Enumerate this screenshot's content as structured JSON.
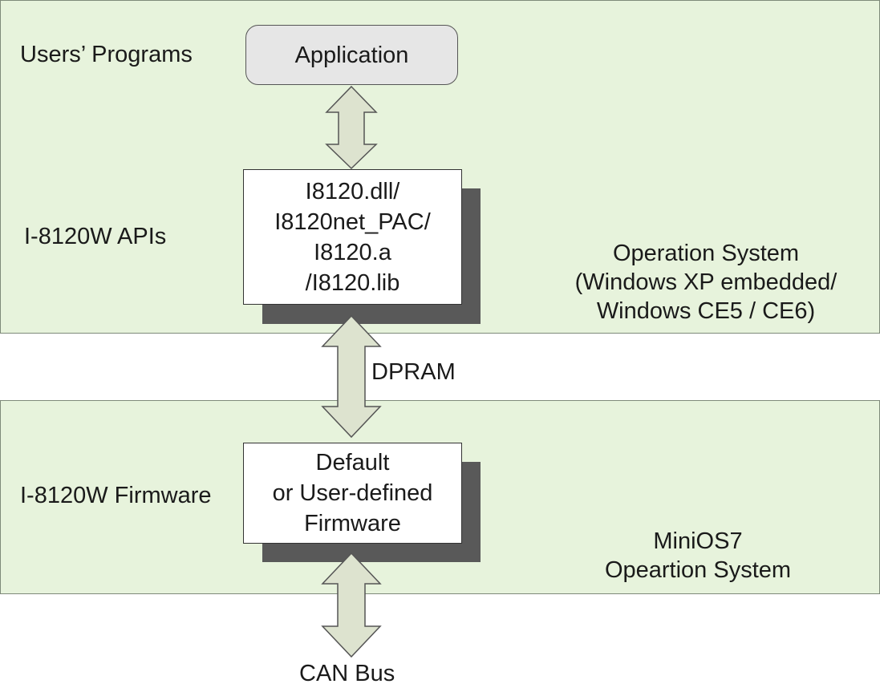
{
  "upper_panel": {
    "users_programs_label": "Users’ Programs",
    "application_label": "Application",
    "apis_label": "I-8120W APIs",
    "api_box_lines": [
      "I8120.dll/",
      "I8120net_PAC/",
      "I8120.a",
      "/I8120.lib"
    ],
    "os_lines": [
      "Operation System",
      "(Windows XP embedded/",
      "Windows CE5 / CE6)"
    ]
  },
  "dpram_label": "DPRAM",
  "lower_panel": {
    "firmware_label": "I-8120W Firmware",
    "firmware_box_lines": [
      "Default",
      "or User-defined",
      "Firmware"
    ],
    "os_lines": [
      "MiniOS7",
      "Opeartion System"
    ]
  },
  "can_bus_label": "CAN Bus",
  "colors": {
    "panel_fill": "#e7f3dc",
    "arrow_fill": "#dde3cf",
    "shadow": "#595959",
    "application_fill": "#e6e6e6"
  }
}
